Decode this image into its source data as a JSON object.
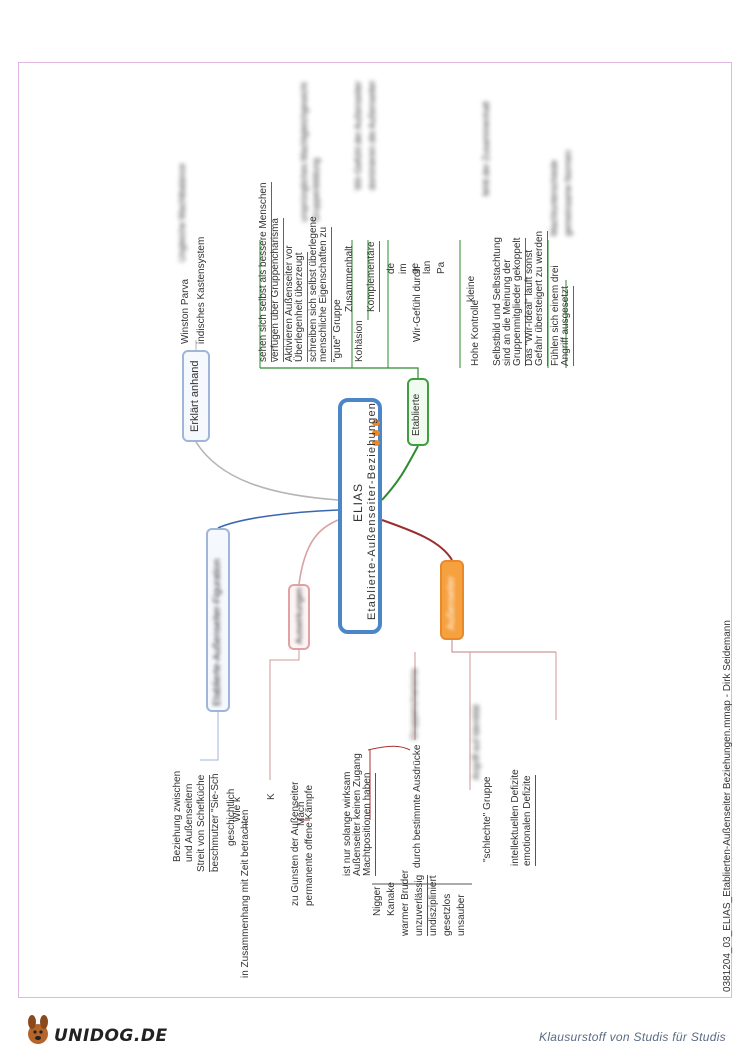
{
  "central": {
    "title": "ELIAS",
    "subtitle": "Etablierte-Außenseiter-Beziehungen"
  },
  "branches": {
    "elablierte": "Etablierte",
    "aussenseiter": "Außenseiter",
    "erklaert": "Erklärt anhand",
    "figuration": "Etablierte-Außenseiter-Figuration",
    "auswirkungen": "Auswirkungen"
  },
  "erklaert_items": {
    "winston": "Winston Parva",
    "kasten": "indisches Kastensystem"
  },
  "etablierte_items": {
    "sehen": "sehen sich selbst als bessere Menschen",
    "verfuegen": "verfügen über Gruppencharisma",
    "aktivieren1": "Aktivieren Außenseiter vor",
    "aktivieren2": "Überlegenheit überzeugt",
    "schreiben1": "schreiben sich selbst überlegene",
    "schreiben2": "menschliche Eigenschaften zu",
    "gute_gruppe": "\"gute\" Gruppe",
    "kohaesion": "Kohäsion",
    "zusammenhalt": "Zusammenhalt",
    "komplementaer": "Komplementäre",
    "wir_gefuehl": "Wir-Gefühl durch",
    "hohe_kontrolle": "Hohe Kontrolle",
    "kleine": "kleine",
    "selbstbild1": "Selbstbild und Selbstachtung",
    "selbstbild2": "sind an die Meinung der",
    "selbstbild3": "Gruppenmitglieder gekoppelt",
    "wirideal1": "Das \"Wir-Ideal\" läuft sonst",
    "wirideal2": "Gefahr übersteigert zu werden",
    "fuehlen1": "Fühlen sich einem drei",
    "fuehlen2": "Angriff ausgesetzt",
    "de": "de",
    "im": "im",
    "ge": "ge",
    "lan": "lan",
    "pa": "Pa"
  },
  "figuration_items": {
    "beziehung1": "Beziehung zwischen",
    "beziehung2": "und Außenseitern",
    "streit": "Streit von Schefküche",
    "beschmutzer": "beschmutzer \"Sie-Sch",
    "geschichtlich": "geschichtlich",
    "zusammenhang": "in Zusammenhang mit Zeit betrachten",
    "wie": "Wie k",
    "kraft": "K"
  },
  "auswirkungen_items": {
    "gunsten": "zu Gunsten der Außenseiter",
    "permanente": "permanente offene Kämpfe",
    "mach": "Mach"
  },
  "aussenseiter_items": {
    "ist_nur1": "ist nur solange wirksam",
    "ist_nur2": "Außenseiter keinen Zugang",
    "ist_nur3": "Machtpositionen haben",
    "durch": "durch bestimmte Ausdrücke",
    "schlechte": "\"schlechte\" Gruppe",
    "intellektuell": "intellektuellen Defizite",
    "emotional": "emotionalen Defizite",
    "words": [
      "Nigger",
      "Kanake",
      "warmer Bruder",
      "unzuverlässig",
      "undiszipliniert",
      "gesetzlos",
      "unsauber"
    ]
  },
  "blurred_notes": [
    "Ungleiche Machtbalance",
    "ursprüngliches Machtgleichgewicht",
    "Gruppenbildung",
    "Wir-Gefühl der Außenseiter",
    "dominieren die Außenseiter",
    "fehlt der Zusammenhalt",
    "Machtunterschiede",
    "gemeinsame Normen",
    "Gruppencharisma",
    "Angriff auf Identität"
  ],
  "side_caption": "0381204_03_ELIAS_Etablierten-Außenseiter Beziehungen.mmap - Dirk Seidemann",
  "footer": {
    "brand": "UNIDOG.DE",
    "tagline": "Klausurstoff von Studis für Studis"
  },
  "colors": {
    "central_border": "#4a86c8",
    "elablierte": "#3f9f3f",
    "aussenseiter": "#f6a13f",
    "auswirkungen_line": "#a33333",
    "figuration_line": "#3a66b0",
    "frame": "#e2b7e2"
  }
}
